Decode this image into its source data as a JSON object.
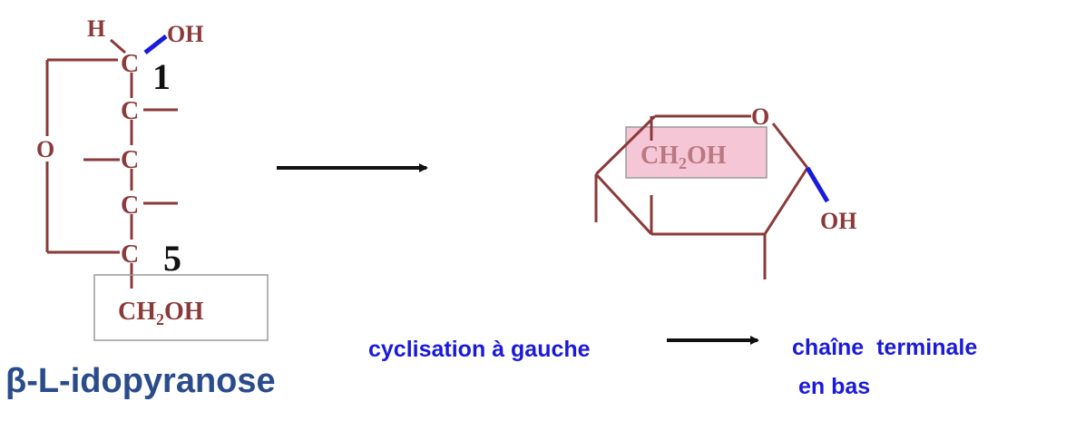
{
  "colors": {
    "bond": "#8b3a3a",
    "highlight_bond": "#1a1adb",
    "arrow": "#111111",
    "box_border": "#9a9a9a",
    "highlight_fill": "#f4c6d6",
    "caption": "#1a1adb",
    "title": "#2b4c8c"
  },
  "fischer": {
    "h": "H",
    "oh": "OH",
    "c1": "C",
    "c2": "C",
    "c3": "C",
    "c4": "C",
    "c5": "C",
    "ring_o": "O",
    "num1": "1",
    "num5": "5",
    "ch2oh_prefix": "CH",
    "ch2oh_sub": "2",
    "ch2oh_suffix": "OH",
    "name": "β-L-idopyranose"
  },
  "chair": {
    "ring_o": "O",
    "oh": "OH",
    "ch2oh_prefix": "CH",
    "ch2oh_sub": "2",
    "ch2oh_suffix": "OH"
  },
  "captions": {
    "left": "cyclisation à gauche",
    "right_line1": "chaîne  terminale",
    "right_line2": "en bas"
  }
}
